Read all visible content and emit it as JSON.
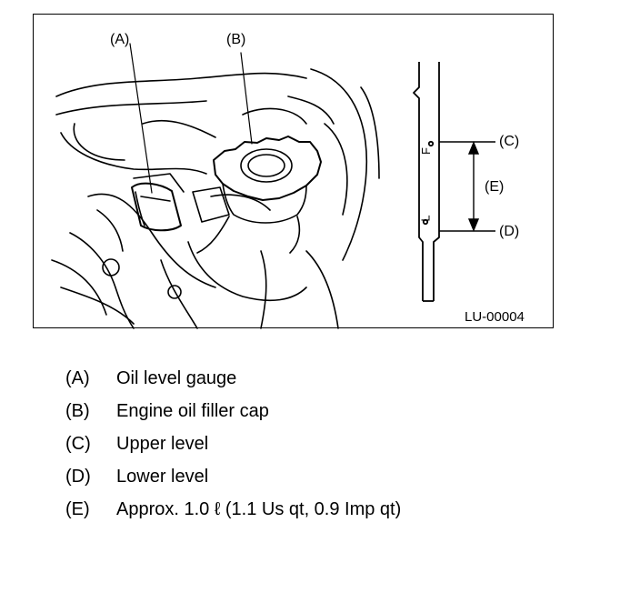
{
  "figure": {
    "callouts": {
      "a": "(A)",
      "b": "(B)",
      "c": "(C)",
      "d": "(D)",
      "e": "(E)"
    },
    "dipstick_marks": {
      "upper": "F",
      "lower": "L"
    },
    "figure_id": "LU-00004"
  },
  "legend": [
    {
      "code": "(A)",
      "text": "Oil level gauge"
    },
    {
      "code": "(B)",
      "text": "Engine oil filler cap"
    },
    {
      "code": "(C)",
      "text": "Upper level"
    },
    {
      "code": "(D)",
      "text": "Lower level"
    },
    {
      "code": "(E)",
      "text": "Approx. 1.0 ℓ (1.1 Us qt, 0.9 Imp qt)"
    }
  ]
}
